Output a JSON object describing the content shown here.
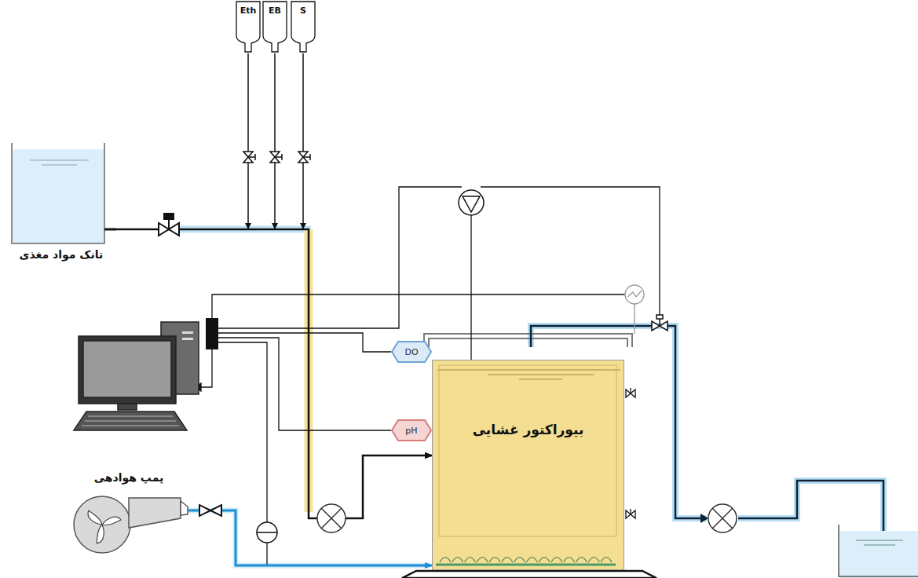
{
  "diagram": {
    "nodes": [
      {
        "text": [
          "Eth"
        ]
      },
      {
        "text": [
          "EB"
        ]
      },
      {
        "text": [
          "S"
        ]
      },
      {
        "text": [
          "تانک مواد مغذی"
        ]
      },
      {
        "text": [
          "DO"
        ]
      },
      {
        "text": [
          "pH"
        ]
      },
      {
        "text": [
          "بیوراکتور غشایی"
        ]
      },
      {
        "text": [
          "پمپ هوادهی"
        ]
      }
    ],
    "edges": [
      {
        "from": 0,
        "to": 6,
        "arrow": "to"
      },
      {
        "from": 1,
        "to": 6,
        "arrow": "to"
      },
      {
        "from": 2,
        "to": 6,
        "arrow": "to"
      },
      {
        "from": 3,
        "to": 6,
        "arrow": "to"
      },
      {
        "from": 7,
        "to": 6,
        "arrow": "to"
      }
    ]
  }
}
